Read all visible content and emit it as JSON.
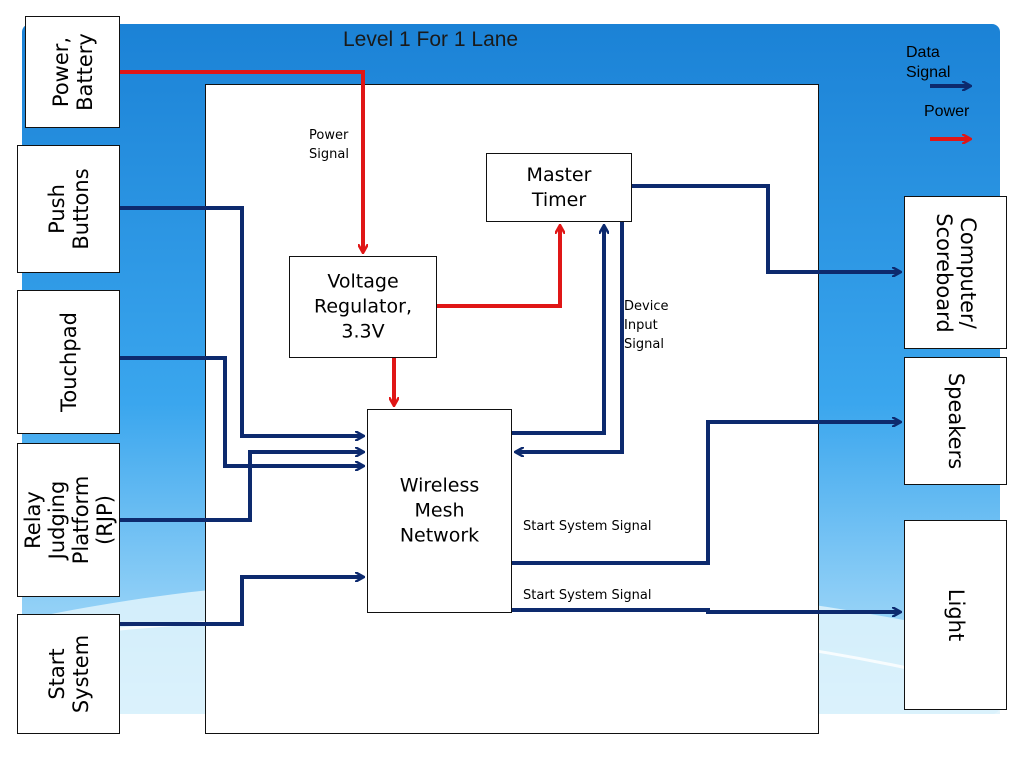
{
  "title": "Level 1 For 1 Lane",
  "legend": {
    "data_label": "Data Signal",
    "power_label": "Power",
    "data_color": "#0d2a6e",
    "power_color": "#e01616"
  },
  "inputs": {
    "power_battery": "Power,\nBattery",
    "push_buttons": "Push\nButtons",
    "touchpad": "Touchpad",
    "rjp": "Relay\nJudging\nPlatform\n(RJP)",
    "start_system": "Start\nSystem"
  },
  "outputs": {
    "computer": "Computer/\nScoreboard",
    "speakers": "Speakers",
    "light": "Light"
  },
  "blocks": {
    "voltage_regulator": "Voltage\nRegulator,\n3.3V",
    "master_timer": "Master\nTimer",
    "wireless_mesh": "Wireless\nMesh\nNetwork"
  },
  "signals": {
    "power_signal": "Power\nSignal",
    "device_input_signal": "Device\nInput\nSignal",
    "start_signal_1": "Start System Signal",
    "start_signal_2": "Start System Signal"
  }
}
